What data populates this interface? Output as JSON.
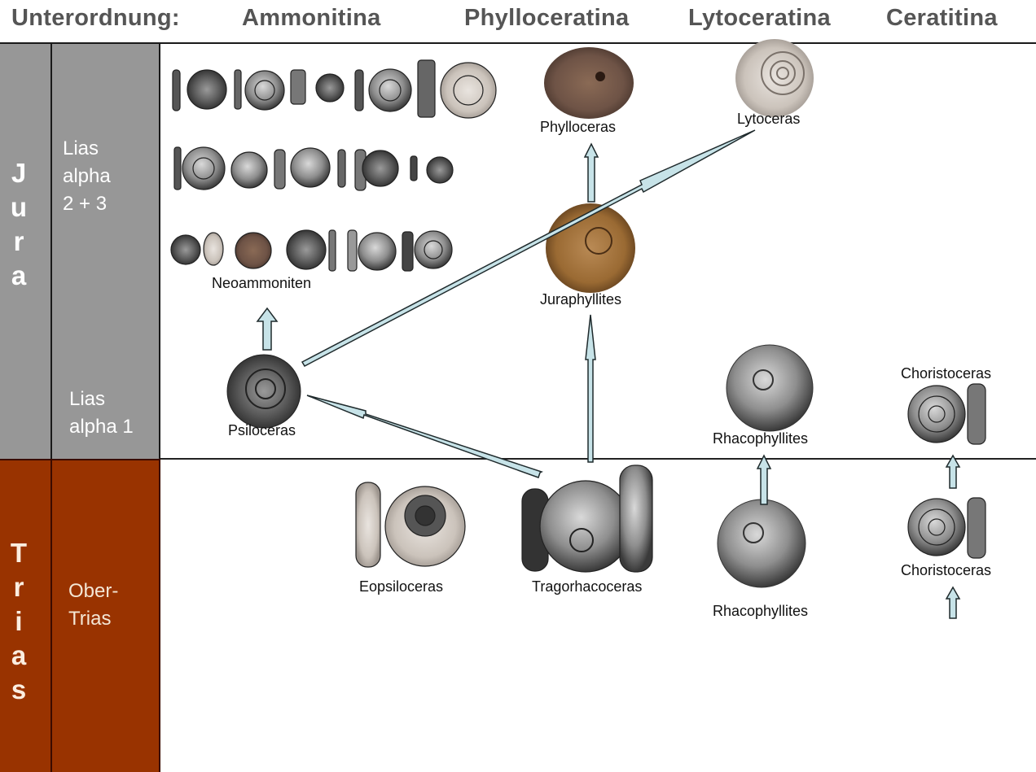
{
  "header": {
    "label": "Unterordnung:",
    "suborders": [
      "Ammonitina",
      "Phylloceratina",
      "Lytoceratina",
      "Ceratitina"
    ]
  },
  "periods": [
    {
      "name": "Jura",
      "letters": [
        "J",
        "u",
        "r",
        "a"
      ],
      "color": "#979797",
      "stages": [
        "Lias\nalpha\n2 + 3",
        "Lias\nalpha 1"
      ]
    },
    {
      "name": "Trias",
      "letters": [
        "T",
        "r",
        "i",
        "a",
        "s"
      ],
      "color": "#993300",
      "stages": [
        "Ober-\nTrias"
      ]
    }
  ],
  "taxa": {
    "neoammoniten": "Neoammoniten",
    "psiloceras": "Psiloceras",
    "phylloceras": "Phylloceras",
    "juraphyllites": "Juraphyllites",
    "lytoceras": "Lytoceras",
    "rhacophyllites_jura": "Rhacophyllites",
    "choristoceras_jura": "Choristoceras",
    "eopsiloceras": "Eopsiloceras",
    "tragorhacoceras": "Tragorhacoceras",
    "rhacophyllites_trias": "Rhacophyllites",
    "choristoceras_trias": "Choristoceras"
  },
  "relationships": [
    {
      "from": "Psiloceras",
      "to": "Neoammoniten"
    },
    {
      "from": "Psiloceras",
      "to": "Lytoceras"
    },
    {
      "from": "Tragorhacoceras",
      "to": "Psiloceras"
    },
    {
      "from": "Tragorhacoceras",
      "to": "Juraphyllites"
    },
    {
      "from": "Juraphyllites",
      "to": "Phylloceras"
    },
    {
      "from": "Rhacophyllites (Trias)",
      "to": "Rhacophyllites (Jura)"
    },
    {
      "from": "Choristoceras (Trias)",
      "to": "Choristoceras (Jura)"
    }
  ],
  "colors": {
    "arrow_fill": "#c7e3e8",
    "arrow_stroke": "#1f2a2c",
    "header_text": "#555555",
    "jura": "#979797",
    "trias": "#993300"
  }
}
